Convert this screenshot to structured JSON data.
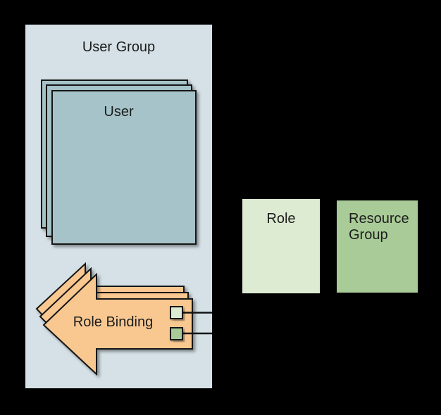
{
  "diagram": {
    "title_note": "RBAC style diagram",
    "user_group": {
      "label": "User Group",
      "fill": "#d5e1e6"
    },
    "user_stack": {
      "label": "User",
      "fill": "#a5c3c8",
      "count": 3
    },
    "role_binding": {
      "label": "Role Binding",
      "fill": "#f9c891",
      "count": 3
    },
    "role": {
      "label": "Role",
      "fill": "#deebd3"
    },
    "resource_group": {
      "label": "Resource Group",
      "fill": "#a9cb97"
    },
    "ports": {
      "role_port_fill": "#deebd3",
      "resource_port_fill": "#a9cb97"
    },
    "connector_color": "#141414",
    "border_color": "#141414",
    "text_color": "#1c1c1c",
    "background": "#000000"
  }
}
